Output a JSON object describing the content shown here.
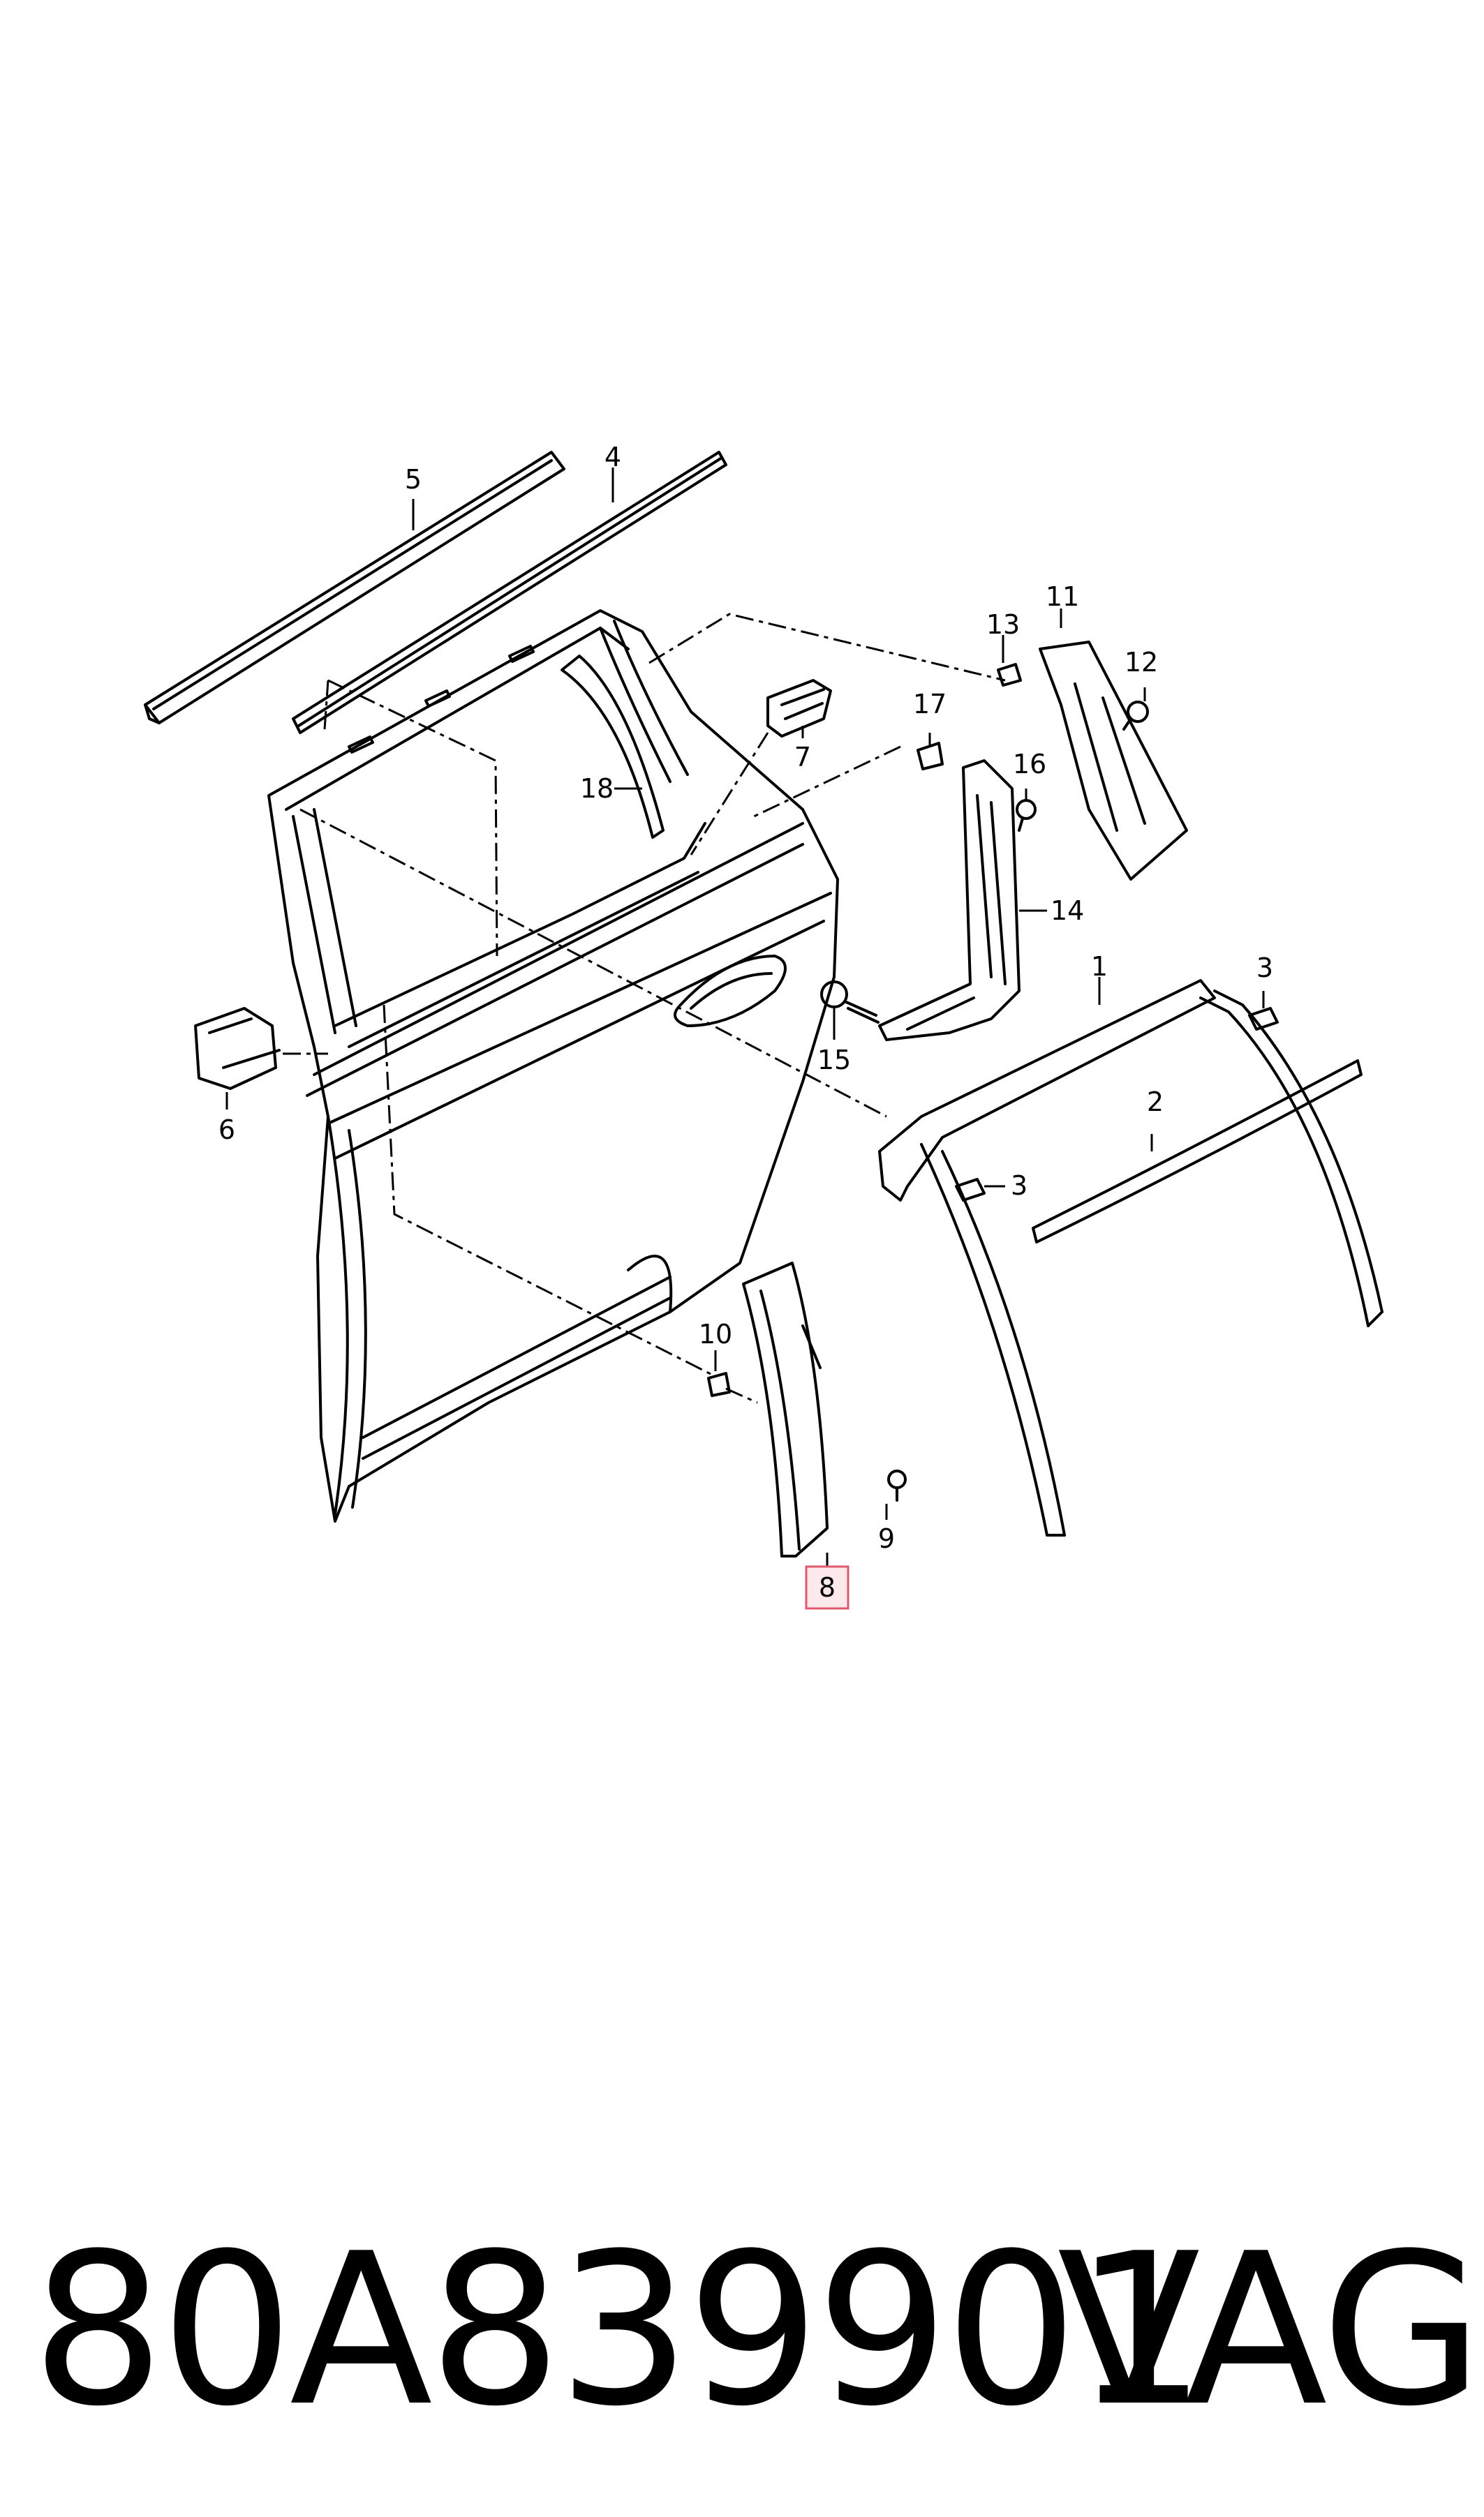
{
  "diagram": {
    "callouts": [
      {
        "id": "1",
        "text": "1"
      },
      {
        "id": "2",
        "text": "2"
      },
      {
        "id": "3a",
        "text": "3"
      },
      {
        "id": "3b",
        "text": "3"
      },
      {
        "id": "4",
        "text": "4"
      },
      {
        "id": "5",
        "text": "5"
      },
      {
        "id": "6",
        "text": "6"
      },
      {
        "id": "7",
        "text": "7"
      },
      {
        "id": "8",
        "text": "8",
        "highlighted": true
      },
      {
        "id": "9",
        "text": "9"
      },
      {
        "id": "10",
        "text": "10"
      },
      {
        "id": "11",
        "text": "11"
      },
      {
        "id": "12",
        "text": "12"
      },
      {
        "id": "13",
        "text": "13"
      },
      {
        "id": "14",
        "text": "14"
      },
      {
        "id": "15",
        "text": "15"
      },
      {
        "id": "16",
        "text": "16"
      },
      {
        "id": "17",
        "text": "17"
      },
      {
        "id": "18",
        "text": "18"
      }
    ],
    "highlight_color": "#e05a6e",
    "highlight_fill": "#fde8ec",
    "line_color": "#000000"
  },
  "footer": {
    "part_number": "80A839901",
    "brand": "VAG"
  }
}
